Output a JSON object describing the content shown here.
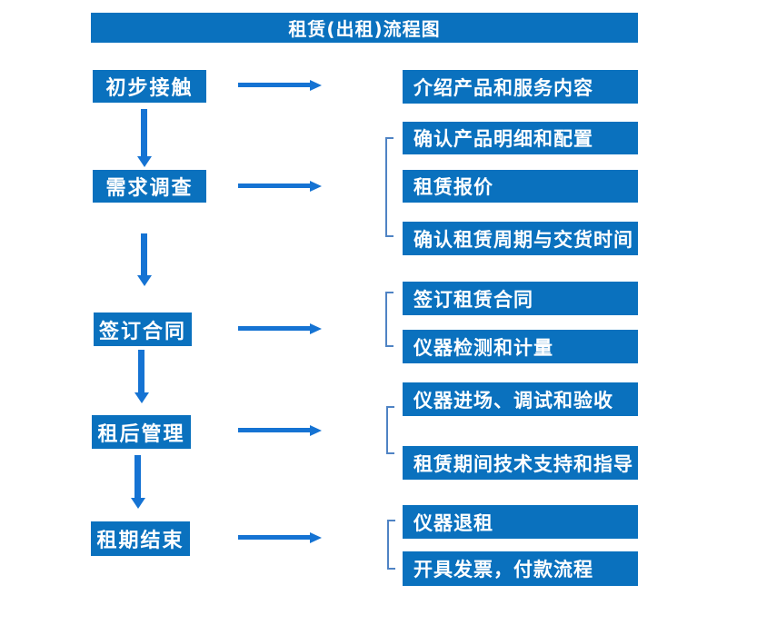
{
  "title": "租赁(出租)流程图",
  "colors": {
    "box_blue": "#0a71be",
    "arrow_blue": "#1573d3",
    "bracket_blue": "#4f83c4",
    "text": "#ffffff",
    "background": "#ffffff"
  },
  "flow": {
    "steps": [
      {
        "label": "初步接触",
        "details": [
          "介绍产品和服务内容"
        ]
      },
      {
        "label": "需求调查",
        "details": [
          "确认产品明细和配置",
          "租赁报价",
          "确认租赁周期与交货时间"
        ]
      },
      {
        "label": "签订合同",
        "details": [
          "签订租赁合同",
          "仪器检测和计量"
        ]
      },
      {
        "label": "租后管理",
        "details": [
          "仪器进场、调试和验收",
          "租赁期间技术支持和指导"
        ]
      },
      {
        "label": "租期结束",
        "details": [
          "仪器退租",
          "开具发票，付款流程"
        ]
      }
    ]
  }
}
